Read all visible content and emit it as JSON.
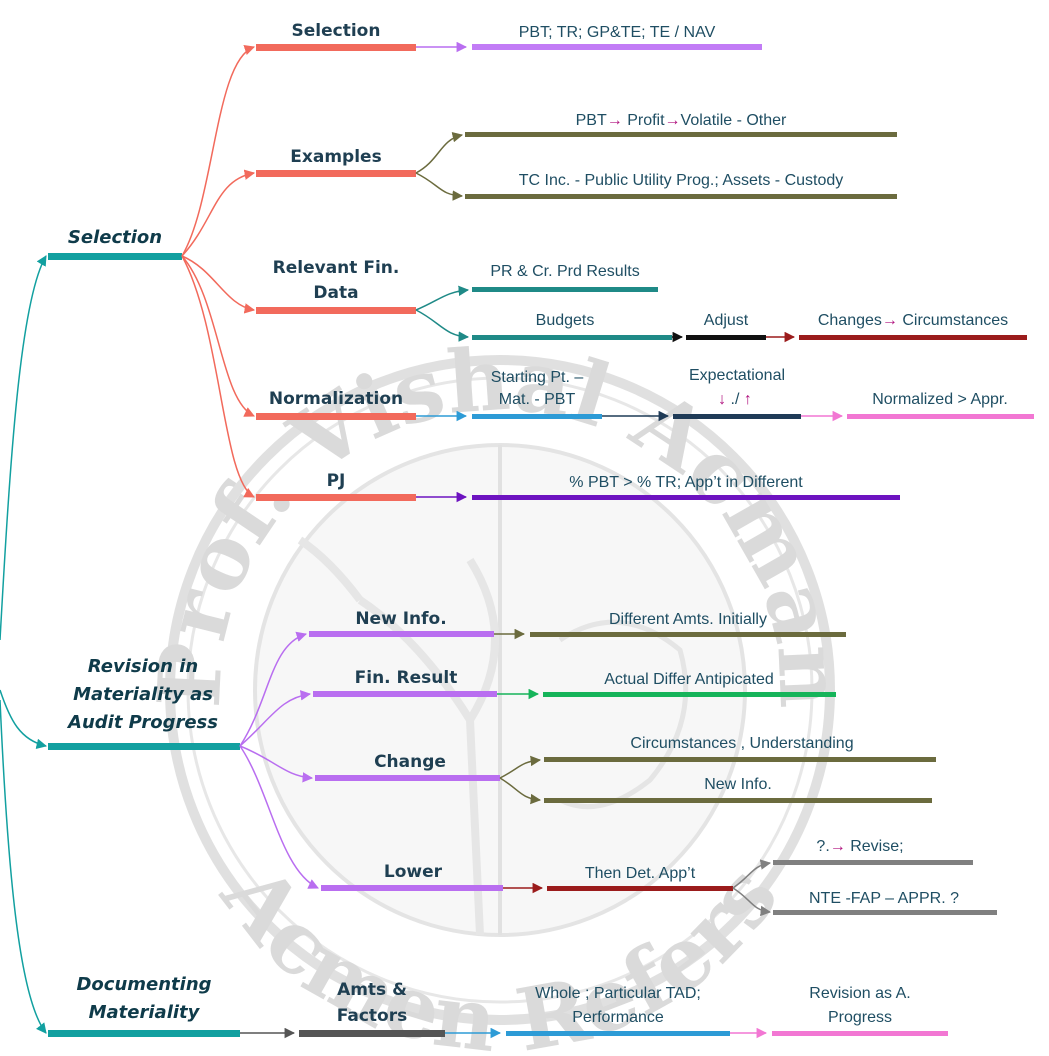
{
  "watermark": {
    "top": "Prof. Vishal Acman",
    "bottom": "Acmen Refers"
  },
  "colors": {
    "teal": "#12a0a0",
    "coral": "#f26a5c",
    "violet": "#b96ef0",
    "darkgray": "#555555",
    "olive": "#6b6b3e",
    "dark_teal": "#1f8a87",
    "black": "#111111",
    "dark_red": "#9b1c1c",
    "blue": "#2d9bd6",
    "navy": "#1f3b57",
    "pink": "#f277d3",
    "purple": "#6d13c0",
    "green": "#16b45a",
    "gray": "#808080",
    "accent_arrow": "#b0127e"
  },
  "nodes": {
    "selection_main": "Selection",
    "revision_main": [
      "Revision in",
      "Materiality as",
      "Audit Progress"
    ],
    "documenting_main": [
      "Documenting",
      "Materiality"
    ],
    "sel_selection": "Selection",
    "sel_selection_leaf": "PBT; TR; GP&TE; TE / NAV",
    "examples": "Examples",
    "examples_leaf1": {
      "a": "PBT",
      "arrow1": "→",
      "b": "Profit",
      "arrow2": "→",
      "c": "Volatile - Other"
    },
    "examples_leaf2": "TC Inc. -  Public Utility Prog.; Assets  - Custody",
    "relevant": [
      "Relevant Fin.",
      "Data"
    ],
    "relevant_leaf1": "PR & Cr. Prd Results",
    "budgets": "Budgets",
    "adjust": "Adjust",
    "changes": {
      "a": "Changes",
      "arrow": "→",
      "b": "Circumstances"
    },
    "normalization": "Normalization",
    "starting": [
      "Starting Pt. –",
      "Mat. - PBT"
    ],
    "expectational": "Expectational",
    "expectational_arrows": {
      "down": "↓",
      "sep": " ./ ",
      "up": "↑"
    },
    "normalized": "Normalized >  Appr.",
    "pj": "PJ",
    "pj_leaf": "% PBT > % TR; App’t in Different",
    "new_info": "New Info.",
    "new_info_leaf": "Different Amts. Initially",
    "fin_result": "Fin. Result",
    "fin_result_leaf": "Actual Differ Antipicated",
    "change": "Change",
    "change_leaf1": "Circumstances , Understanding",
    "change_leaf2": "New Info.",
    "lower": "Lower",
    "then_det": "Then Det. App’t",
    "revise": {
      "q": "?.",
      "arrow": "→",
      "b": "  Revise;"
    },
    "nte": "NTE -FAP – APPR. ?",
    "amts": [
      "Amts &",
      "Factors"
    ],
    "whole": [
      "Whole ; Particular TAD;",
      "Performance"
    ],
    "revision_as": [
      "Revision as A.",
      "Progress"
    ]
  }
}
